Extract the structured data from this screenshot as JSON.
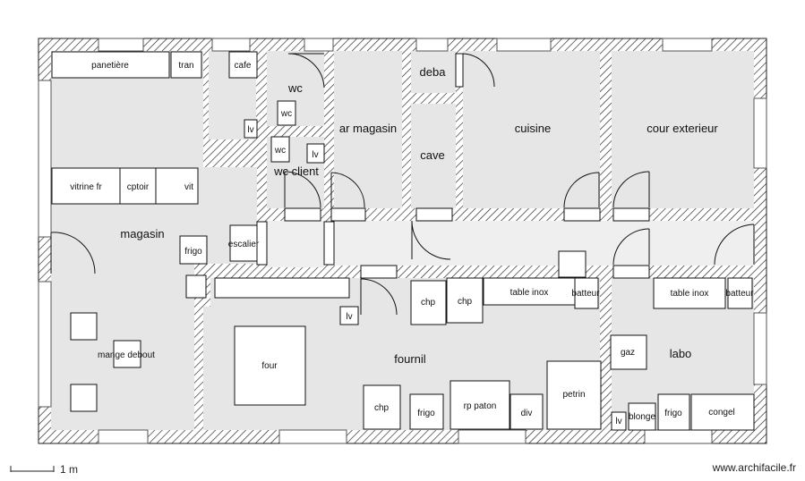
{
  "rooms": {
    "magasin": "magasin",
    "fournil": "fournil",
    "labo": "labo",
    "cuisine": "cuisine",
    "cour": "cour exterieur",
    "ar_magasin": "ar magasin",
    "cave": "cave",
    "deba": "deba",
    "wc": "wc",
    "wc_client": "wc client"
  },
  "furniture": {
    "panetiere": "panetière",
    "tran": "tran",
    "cafe": "cafe",
    "lv": "lv",
    "wc": "wc",
    "vitrine": "vitrine fr",
    "cptoir": "cptoir",
    "vit": "vit",
    "frigo": "frigo",
    "escalier": "escalier",
    "mange_debout": "mange debout",
    "four": "four",
    "chp": "chp",
    "table_inox": "table inox",
    "batteur": "batteur",
    "rp_paton": "rp paton",
    "div": "div",
    "petrin": "petrin",
    "gaz": "gaz",
    "blonge": "blonge",
    "congel": "congel"
  },
  "scale_label": "1 m",
  "watermark": "www.archifacile.fr"
}
